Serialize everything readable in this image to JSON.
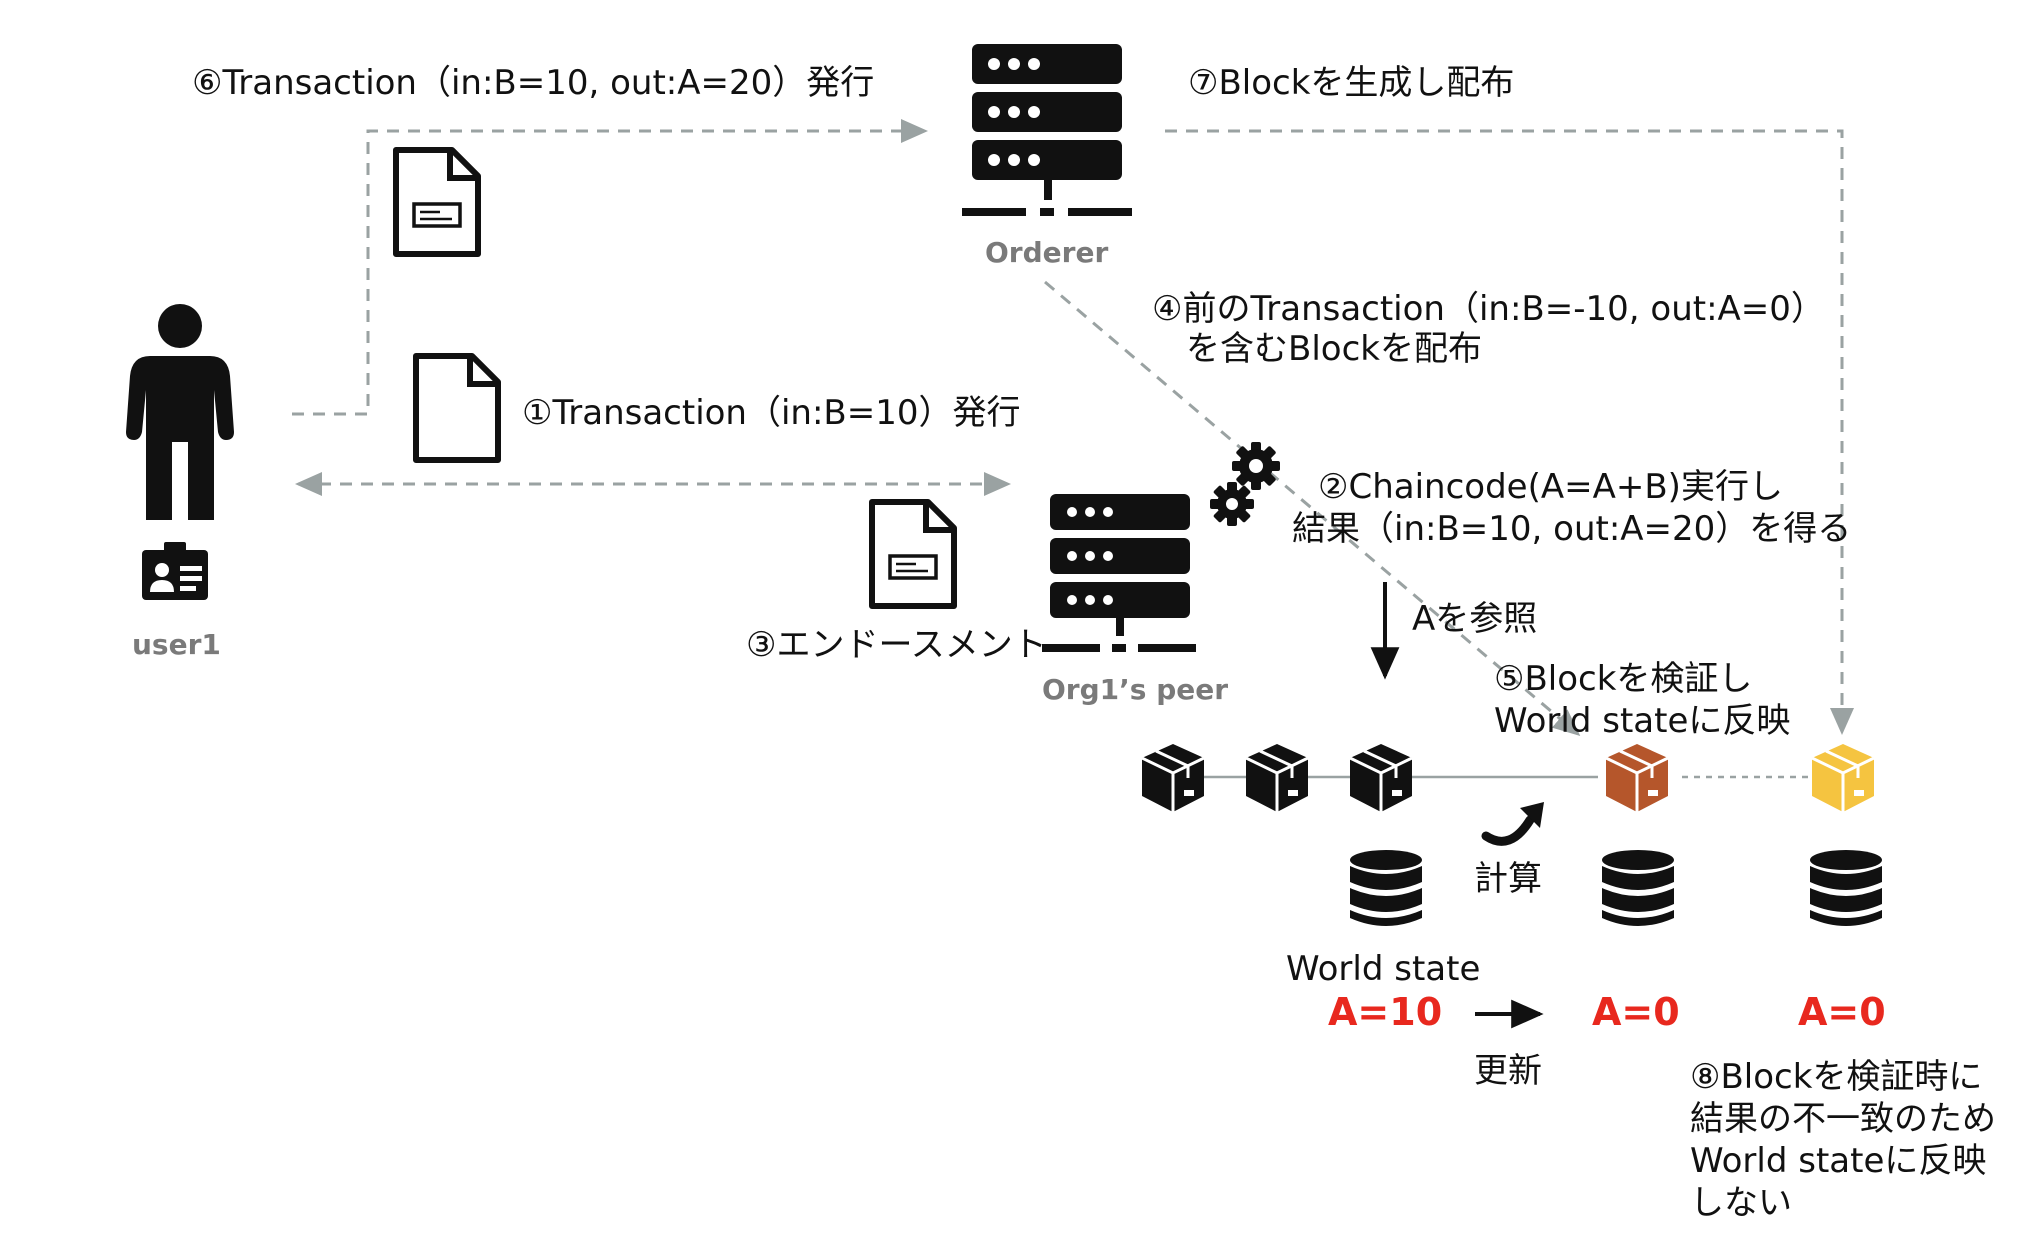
{
  "labels": {
    "orderer": "Orderer",
    "user": "user1",
    "peer": "Org1’s peer"
  },
  "steps": {
    "s6": "⑥Transaction（in:B=10, out:A=20）発行",
    "s7": "⑦Blockを生成し配布",
    "s4_line1": "④前のTransaction（in:B=-10, out:A=0）",
    "s4_line2": "を含むBlockを配布",
    "s1": "①Transaction（in:B=10）発行",
    "s2_line1": "②Chaincode(A=A+B)実行し",
    "s2_line2": "結果（in:B=10, out:A=20）を得る",
    "s3": "③エンドースメント",
    "ref": "Aを参照",
    "s5_line1": "⑤Blockを検証し",
    "s5_line2": "World stateに反映",
    "calc": "計算",
    "world_state": "World state",
    "update": "更新",
    "s8_line1": "⑧Blockを検証時に",
    "s8_line2": "結果の不一致のため",
    "s8_line3": "World stateに反映",
    "s8_line4": "しない"
  },
  "values": {
    "a1": "A=10",
    "a2": "A=0",
    "a3": "A=0"
  },
  "colors": {
    "value_red": "#e8281e",
    "block_black": "#111111",
    "block_brown": "#b5562b",
    "block_yellow": "#f5c440",
    "dash_gray": "#9aa2a2",
    "label_gray": "#7a7a7a"
  },
  "icons": [
    "orderer-server-icon",
    "peer-server-icon",
    "user-person-icon",
    "id-card-icon",
    "document-icon",
    "gear-icon",
    "block-cube-icon",
    "database-icon",
    "curved-arrow-icon"
  ]
}
